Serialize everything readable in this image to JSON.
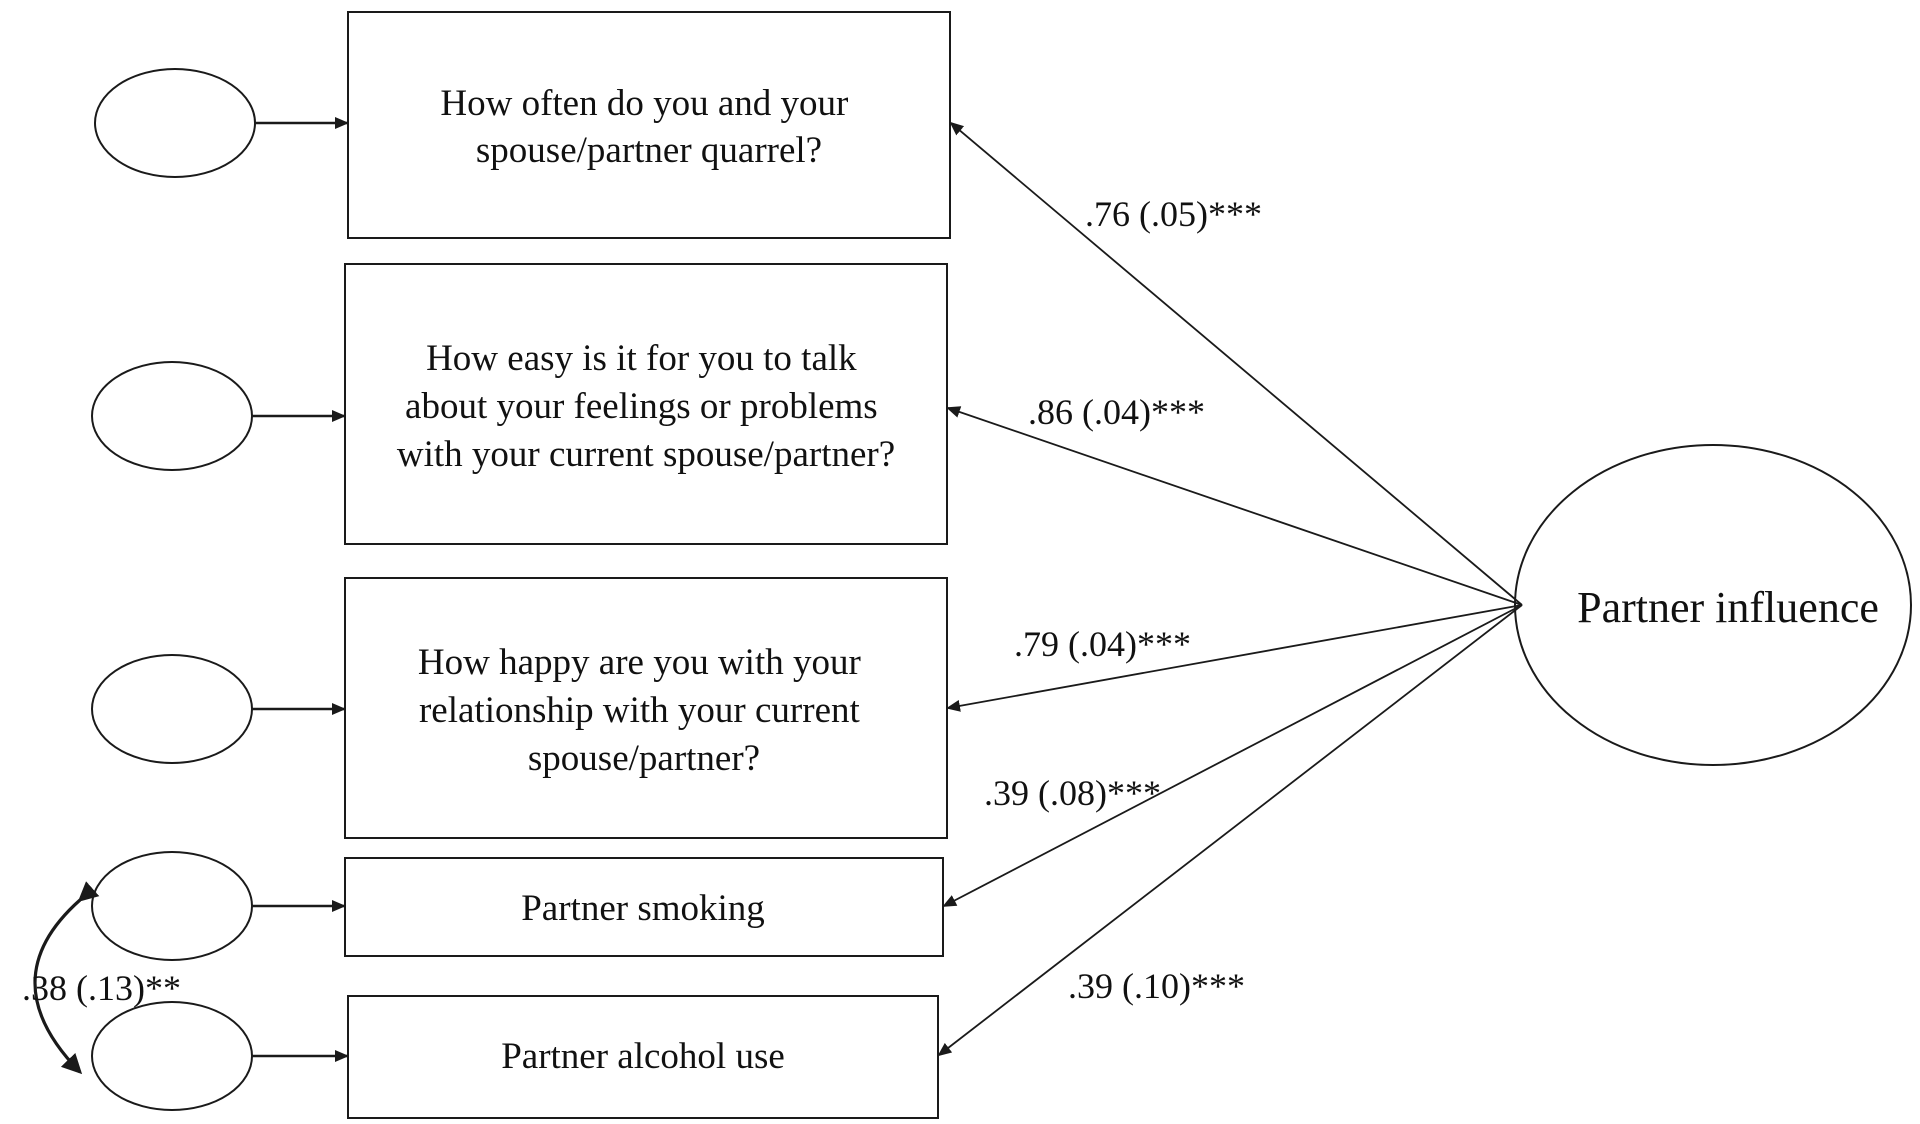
{
  "factor": {
    "label": "Partner influence"
  },
  "indicators": [
    {
      "id": "quarrel",
      "lines": [
        "How often do you and your",
        "spouse/partner quarrel?"
      ],
      "loading": ".76 (.05)***"
    },
    {
      "id": "talk",
      "lines": [
        "How easy is it for you to talk",
        "about your feelings or problems",
        "with your current spouse/partner?"
      ],
      "loading": ".86 (.04)***"
    },
    {
      "id": "happy",
      "lines": [
        "How happy are you with your",
        "relationship with your current",
        "spouse/partner?"
      ],
      "loading": ".79 (.04)***"
    },
    {
      "id": "smoking",
      "lines": [
        "Partner smoking"
      ],
      "loading": ".39 (.08)***"
    },
    {
      "id": "alcohol",
      "lines": [
        "Partner alcohol use"
      ],
      "loading": ".39 (.10)***"
    }
  ],
  "error_covariance": {
    "label": ".38 (.13)**"
  }
}
